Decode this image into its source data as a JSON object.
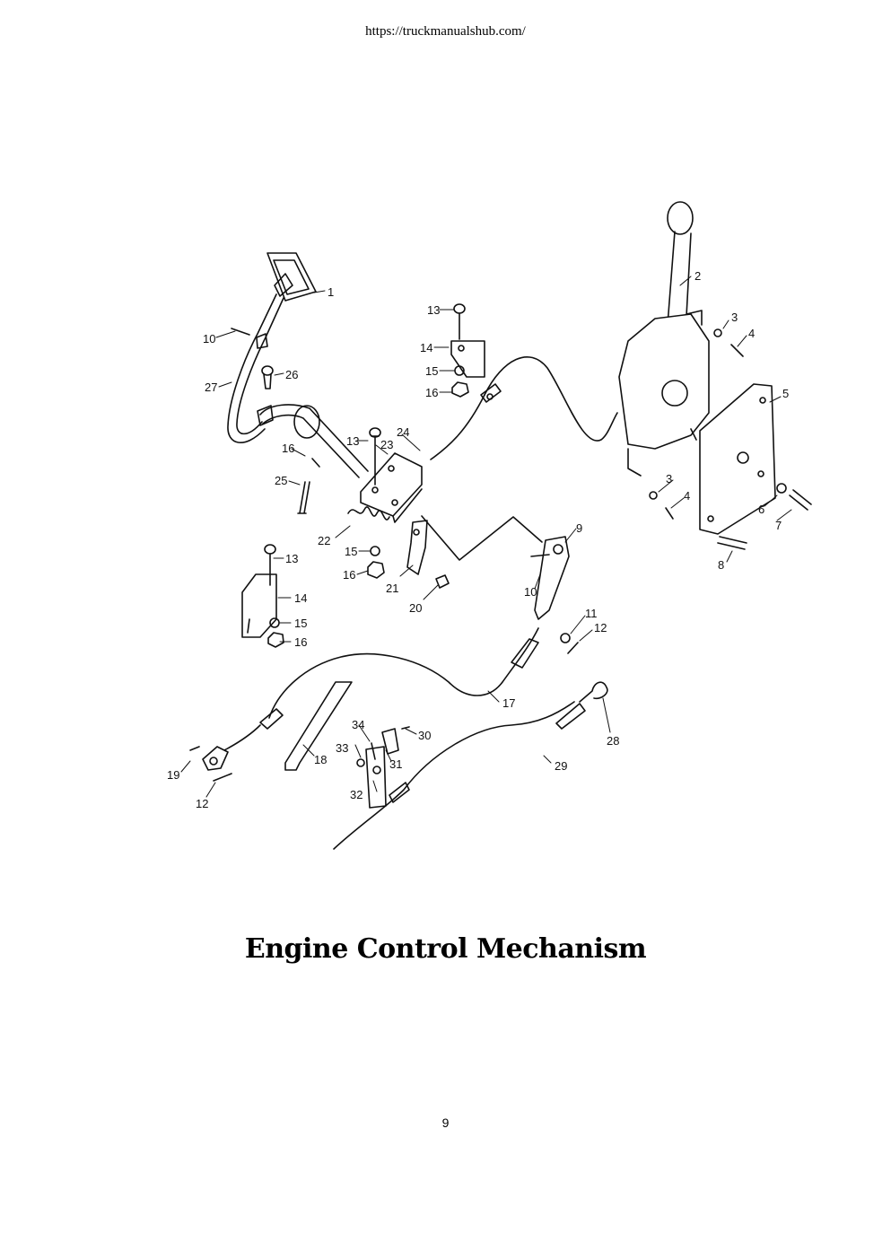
{
  "header": {
    "url": "https://truckmanualshub.com/"
  },
  "diagram": {
    "callouts": [
      "1",
      "2",
      "3",
      "4",
      "5",
      "6",
      "7",
      "8",
      "9",
      "10",
      "11",
      "12",
      "13",
      "14",
      "15",
      "16",
      "17",
      "18",
      "19",
      "20",
      "21",
      "22",
      "23",
      "24",
      "25",
      "26",
      "27",
      "28",
      "29",
      "30",
      "31",
      "32",
      "33",
      "34"
    ]
  },
  "title": "Engine Control Mechanism",
  "page_number": "9"
}
